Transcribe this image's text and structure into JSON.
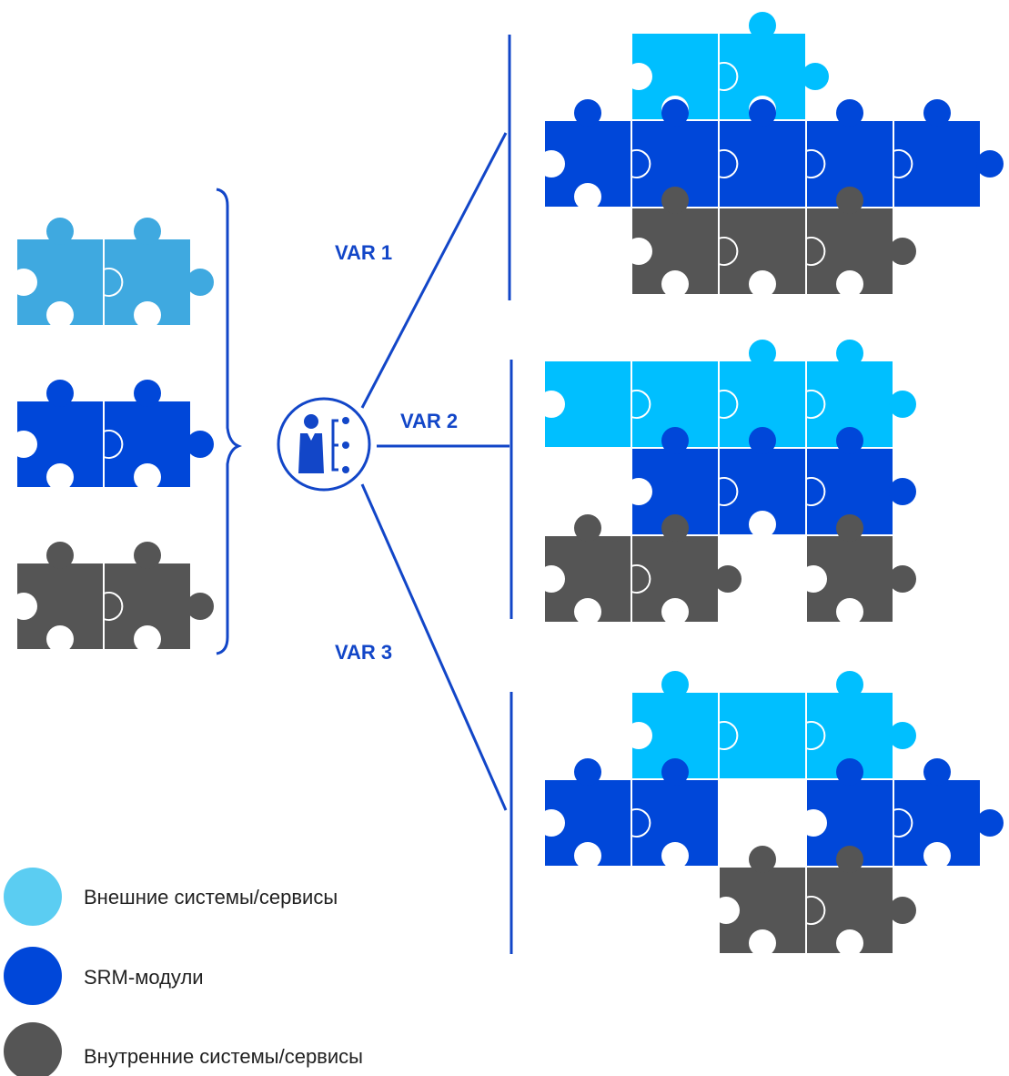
{
  "colors": {
    "external": "#00BFFF",
    "external_left": "#3FA9E0",
    "srm": "#0047D9",
    "internal": "#555555",
    "line": "#1246C8",
    "legend_external": "#5BCDF2",
    "legend_srm": "#0047D9",
    "legend_internal": "#555555"
  },
  "center_icon": "person-options-icon",
  "variants": [
    {
      "label": "VAR 1"
    },
    {
      "label": "VAR 2"
    },
    {
      "label": "VAR 3"
    }
  ],
  "legend": {
    "items": [
      {
        "label": "Внешние системы/сервисы",
        "color_key": "legend_external"
      },
      {
        "label": "SRM-модули",
        "color_key": "legend_srm"
      },
      {
        "label": "Внутренние системы/сервисы",
        "color_key": "legend_internal"
      }
    ]
  }
}
